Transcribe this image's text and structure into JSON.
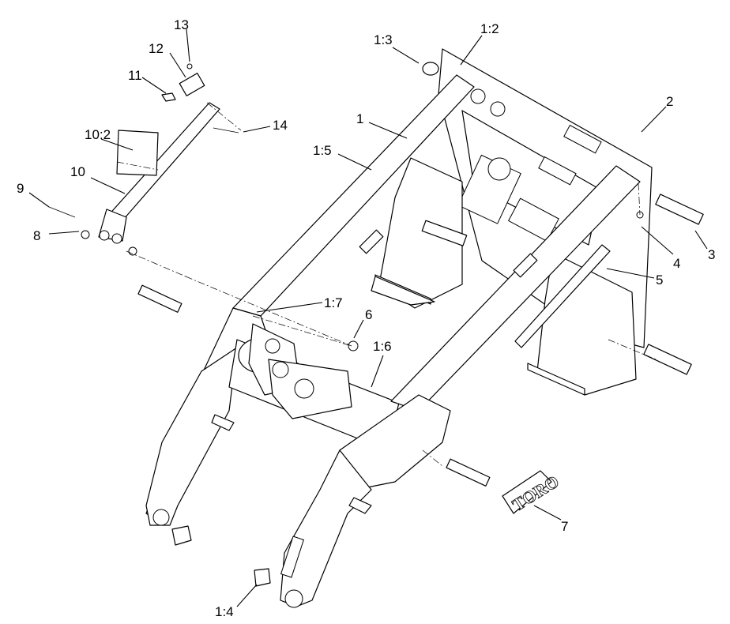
{
  "labels": {
    "l_1": "1",
    "l_1_2": "1:2",
    "l_1_3": "1:3",
    "l_1_4": "1:4",
    "l_1_5": "1:5",
    "l_1_6": "1:6",
    "l_1_7": "1:7",
    "l_2": "2",
    "l_3": "3",
    "l_4": "4",
    "l_5": "5",
    "l_6": "6",
    "l_7": "7",
    "l_8": "8",
    "l_9": "9",
    "l_10": "10",
    "l_10_2": "10:2",
    "l_11": "11",
    "l_12": "12",
    "l_13": "13",
    "l_14": "14"
  },
  "decal_text": "TORO"
}
